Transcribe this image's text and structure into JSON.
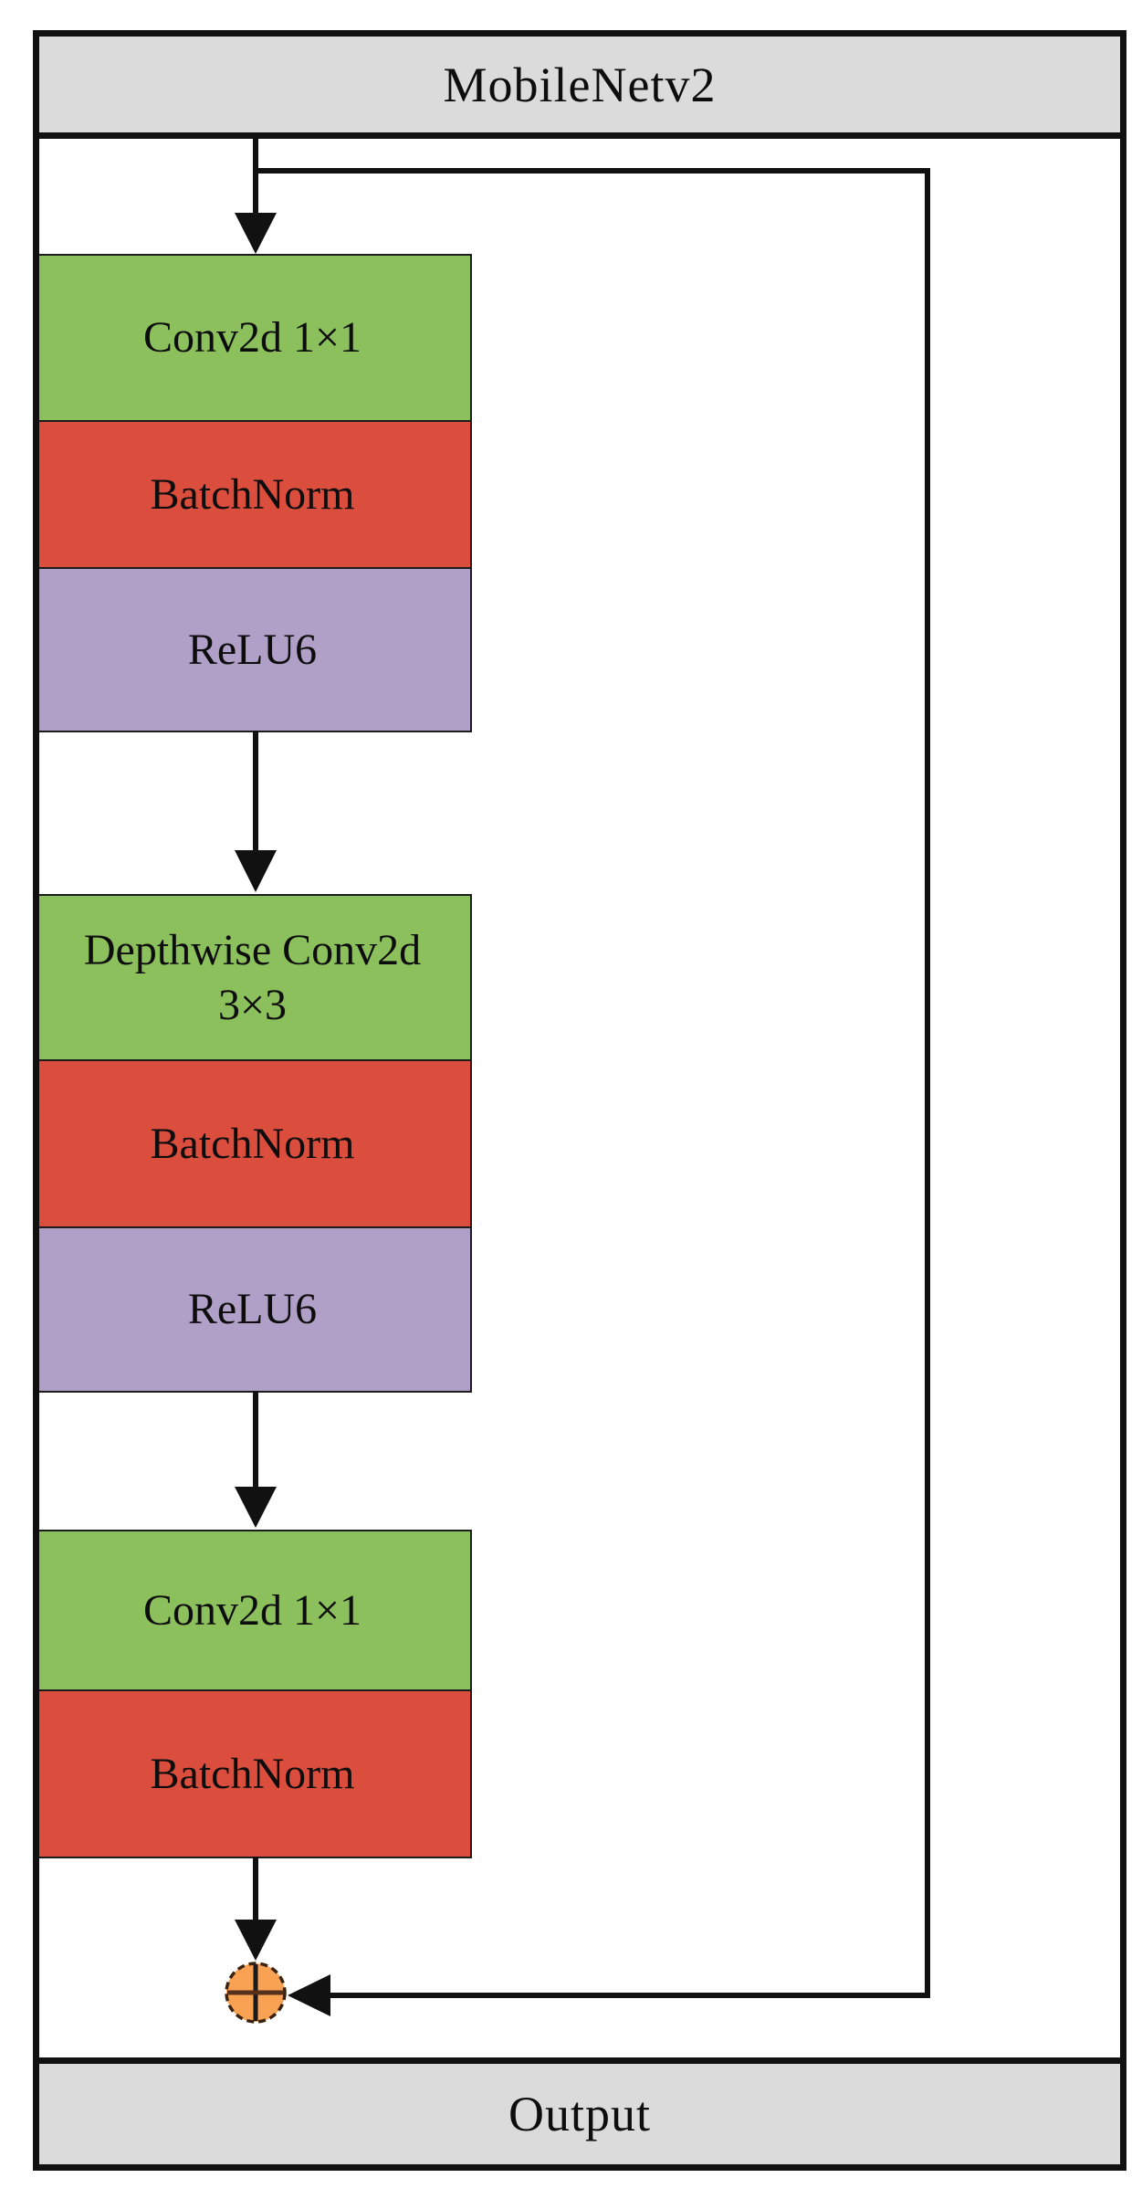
{
  "diagram": {
    "header": {
      "title": "MobileNetv2"
    },
    "footer": {
      "label": "Output"
    },
    "blocks": [
      {
        "label": "Conv2d 1×1",
        "type": "conv",
        "color": "#8cc05c"
      },
      {
        "label": "BatchNorm",
        "type": "batchnorm",
        "color": "#db4d3c"
      },
      {
        "label": "ReLU6",
        "type": "activation",
        "color": "#b0a0c8"
      },
      {
        "label": "Depthwise Conv2d",
        "label2": "3×3",
        "type": "depthwise-conv",
        "color": "#8cc05c"
      },
      {
        "label": "BatchNorm",
        "type": "batchnorm",
        "color": "#db4d3c"
      },
      {
        "label": "ReLU6",
        "type": "activation",
        "color": "#b0a0c8"
      },
      {
        "label": "Conv2d 1×1",
        "type": "conv",
        "color": "#8cc05c"
      },
      {
        "label": "BatchNorm",
        "type": "batchnorm",
        "color": "#db4d3c"
      }
    ],
    "icons": {
      "add_junction_symbol": "⊕"
    },
    "colors": {
      "bar_background": "#dbdbdb",
      "conv_green": "#8cc05c",
      "batchnorm_red": "#db4d3c",
      "relu_purple": "#b0a0c8",
      "add_circle_orange": "#f9a254",
      "line_black": "#111111"
    }
  }
}
